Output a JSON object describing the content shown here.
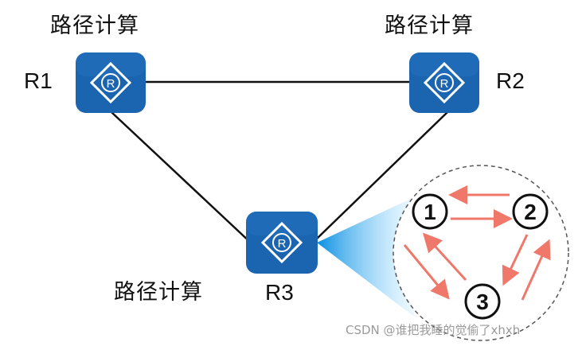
{
  "routers": [
    {
      "name": "R1",
      "label": "路径计算",
      "icon": "router-icon"
    },
    {
      "name": "R2",
      "label": "路径计算",
      "icon": "router-icon"
    },
    {
      "name": "R3",
      "label": "路径计算",
      "icon": "router-icon"
    }
  ],
  "router_glyph": "R",
  "loop_nodes": [
    "1",
    "2",
    "3"
  ],
  "watermark": "CSDN @谁把我睡的觉偷了xhxh",
  "colors": {
    "router_fill": "#1a64b0",
    "link_line": "#111111",
    "loop_arrow": "#f0786a",
    "zoom_beam": "#1aa3e8"
  }
}
